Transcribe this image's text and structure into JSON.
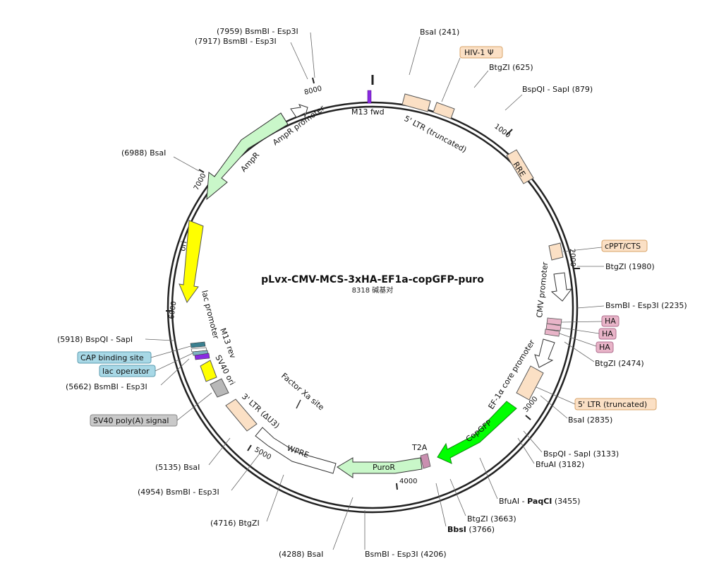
{
  "plasmid": {
    "name": "pLvx-CMV-MCS-3xHA-EF1a-copGFP-puro",
    "length_label": "8318 碱基对",
    "length": 8318
  },
  "colors": {
    "ring": "#222222",
    "ltr": "#fbe0c5",
    "ampr": "#c9f7c9",
    "ori": "#ffff00",
    "copgfp": "#00ff00",
    "puro": "#c9f7c9",
    "ha": "#e8b4c8",
    "sv40ori": "#ffff00",
    "polyA": "#b8b8b8",
    "cap": "#3a7f8f",
    "lacop": "#7fb3c0",
    "primer": "#8a2be2"
  },
  "ticks": [
    "1000",
    "2000",
    "3000",
    "4000",
    "5000",
    "6000",
    "7000",
    "8000"
  ],
  "features": [
    {
      "label": "M13 fwd"
    },
    {
      "label": "5' LTR (truncated)"
    },
    {
      "label": "RRE"
    },
    {
      "label": "CMV promoter"
    },
    {
      "label": "EF-1α core promoter"
    },
    {
      "label": "CopGFP"
    },
    {
      "label": "T2A"
    },
    {
      "label": "PuroR"
    },
    {
      "label": "WPRE"
    },
    {
      "label": "3' LTR (ΔU3)"
    },
    {
      "label": "SV40 ori"
    },
    {
      "label": "M13 rev"
    },
    {
      "label": "lac promoter"
    },
    {
      "label": "ori"
    },
    {
      "label": "AmpR"
    },
    {
      "label": "AmpR promoter"
    },
    {
      "label": "Factor Xa site"
    }
  ],
  "boxed_labels": [
    {
      "text": "HIV-1 Ψ"
    },
    {
      "text": "cPPT/CTS"
    },
    {
      "text": "HA"
    },
    {
      "text": "HA"
    },
    {
      "text": "HA"
    },
    {
      "text": "5' LTR (truncated)"
    },
    {
      "text": "CAP binding site"
    },
    {
      "text": "lac operator"
    },
    {
      "text": "SV40 poly(A) signal"
    }
  ],
  "sites": [
    {
      "label": "BsaI  (241)"
    },
    {
      "label": "BtgZI  (625)"
    },
    {
      "label": "BspQI - SapI  (879)"
    },
    {
      "label": "BtgZI  (1980)"
    },
    {
      "label": "BsmBI - Esp3I  (2235)"
    },
    {
      "label": "BtgZI  (2474)"
    },
    {
      "label": "BsaI  (2835)"
    },
    {
      "label": "BspQI - SapI  (3133)"
    },
    {
      "label": "BfuAI  (3182)"
    },
    {
      "pre": "BfuAI - ",
      "bold": "PaqCI",
      "post": "  (3455)"
    },
    {
      "label": "BtgZI  (3663)"
    },
    {
      "pre": "",
      "bold": "BbsI",
      "post": "  (3766)"
    },
    {
      "label": "BsmBI - Esp3I  (4206)"
    },
    {
      "label": "(4288)  BsaI"
    },
    {
      "label": "(4716)  BtgZI"
    },
    {
      "label": "(4954)  BsmBI - Esp3I"
    },
    {
      "label": "(5135)  BsaI"
    },
    {
      "label": "(5662)  BsmBI - Esp3I"
    },
    {
      "label": "(5918)  BspQI - SapI"
    },
    {
      "label": "(6988)  BsaI"
    },
    {
      "label": "(7917)  BsmBI - Esp3I"
    },
    {
      "label": "(7959)  BsmBI - Esp3I"
    }
  ]
}
